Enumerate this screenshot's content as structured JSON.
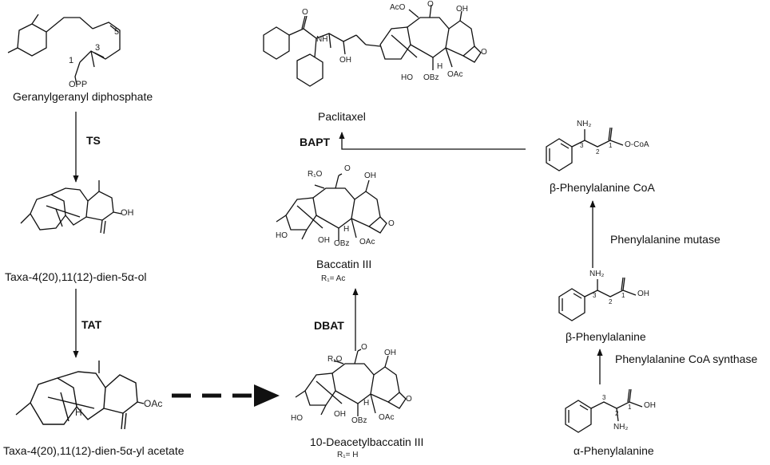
{
  "compounds": {
    "ggpp": {
      "name": "Geranylgeranyl diphosphate",
      "atoms": {
        "c5": "5",
        "c3": "3",
        "c1": "1",
        "opp": "OPP"
      }
    },
    "taxadienol": {
      "name": "Taxa-4(20),11(12)-dien-5α-ol",
      "atoms": {
        "oh": "OH"
      }
    },
    "taxadienyl_acetate": {
      "name": "Taxa-4(20),11(12)-dien-5α-yl acetate",
      "atoms": {
        "oac": "OAc",
        "h": "H"
      }
    },
    "dab": {
      "name": "10-Deacetylbaccatin III",
      "substituent": "R₁= H",
      "atoms": {
        "r1o": "R₁O",
        "ho": "HO",
        "oh_top": "OH",
        "oh": "OH",
        "obz": "OBz",
        "h": "H",
        "oac": "OAc",
        "o": "O"
      }
    },
    "baccatin": {
      "name": "Baccatin III",
      "substituent": "R₁= Ac",
      "atoms": {
        "r1o": "R₁O",
        "ho": "HO",
        "oh_top": "OH",
        "oh": "OH",
        "obz": "OBz",
        "h": "H",
        "oac": "OAc",
        "o": "O"
      }
    },
    "paclitaxel": {
      "name": "Paclitaxel",
      "atoms": {
        "aco": "AcO",
        "nh": "NH",
        "oh_side": "OH",
        "oh_top": "OH",
        "oh": "HO",
        "obz": "OBz",
        "h": "H",
        "oac": "OAc",
        "o": "O",
        "o2": "O"
      }
    },
    "alpha_phe": {
      "name": "α-Phenylalanine",
      "atoms": {
        "oh": "OH",
        "nh2": "NH₂",
        "c3": "3",
        "c2": "2",
        "c1": "1"
      }
    },
    "beta_phe": {
      "name": "β-Phenylalanine",
      "atoms": {
        "oh": "OH",
        "nh2": "NH₂",
        "c3": "3",
        "c2": "2",
        "c1": "1"
      }
    },
    "beta_phe_coa": {
      "name": "β-Phenylalanine CoA",
      "atoms": {
        "ocoa": "O-CoA",
        "nh2": "NH₂",
        "c3": "3",
        "c2": "2",
        "c1": "1"
      }
    }
  },
  "enzymes": {
    "ts": "TS",
    "tat": "TAT",
    "dbat": "DBAT",
    "bapt": "BAPT"
  },
  "steps": {
    "mutase": "Phenylalanine mutase",
    "coa_synthase": "Phenylalanine CoA synthase"
  }
}
